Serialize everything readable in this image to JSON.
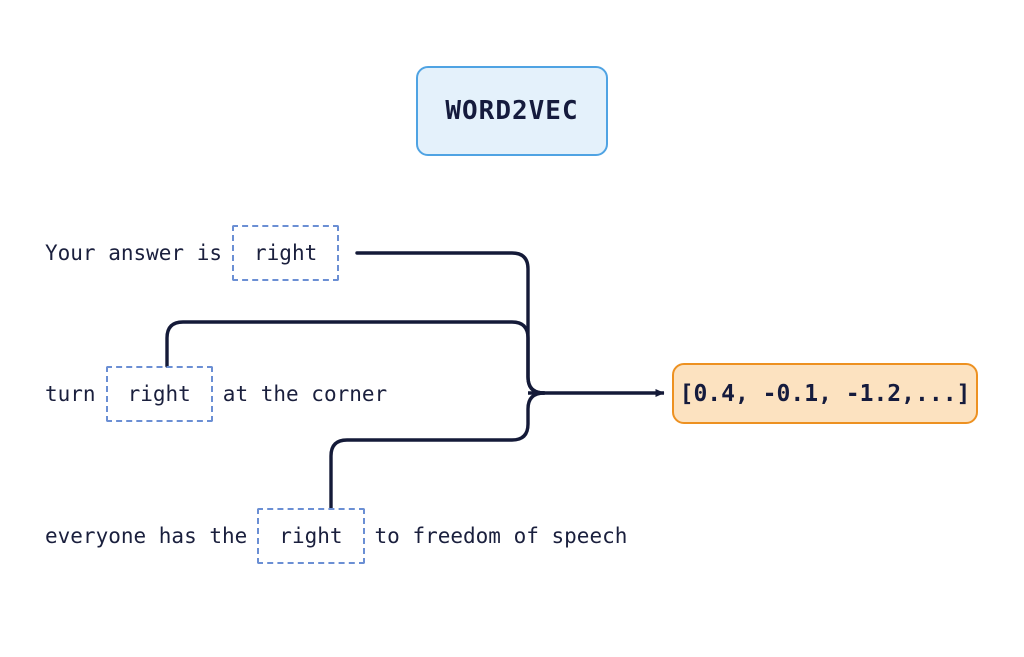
{
  "diagram": {
    "title_box": {
      "label": "WORD2VEC",
      "fill_color": "#E4F1FB",
      "border_color": "#4FA3E3"
    },
    "sentences": [
      {
        "prefix": "Your answer is",
        "keyword": "right",
        "suffix": ""
      },
      {
        "prefix": "turn",
        "keyword": "right",
        "suffix": "at the corner"
      },
      {
        "prefix": "everyone has the",
        "keyword": "right",
        "suffix": "to freedom of speech"
      }
    ],
    "output_box": {
      "label": "[0.4, -0.1, -1.2,...]",
      "fill_color": "#FCE2C0",
      "border_color": "#ED9121"
    },
    "colors": {
      "text": "#1A1F3D",
      "keyword_border": "#6B8FD4",
      "connector": "#141A38",
      "background": "#FFFFFF"
    }
  }
}
